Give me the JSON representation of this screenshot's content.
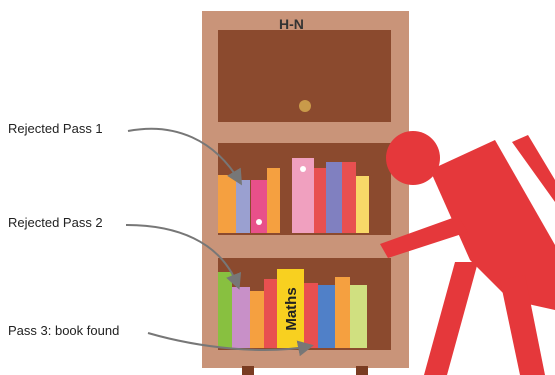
{
  "cabinet": {
    "title": "H-N"
  },
  "passes": [
    {
      "label": "Rejected Pass 1"
    },
    {
      "label": "Rejected Pass 2"
    },
    {
      "label": "Pass 3: book found"
    }
  ],
  "book_spine": "Maths",
  "colors": {
    "cabinet_frame": "#c99479",
    "cabinet_inside": "#8b4a2e",
    "person": "#e5383b",
    "arrow": "#777777"
  }
}
